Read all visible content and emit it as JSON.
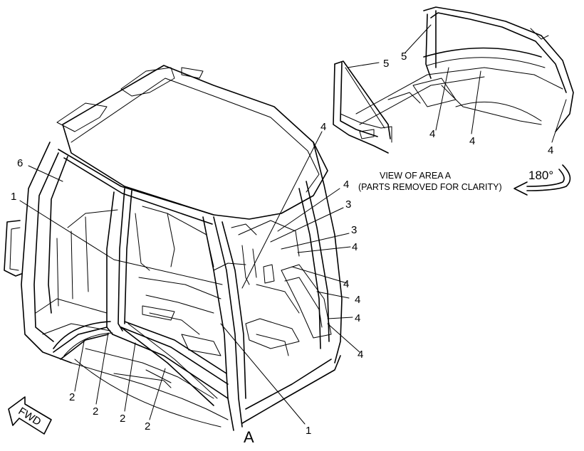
{
  "callouts": [
    {
      "label": "6"
    },
    {
      "label": "1"
    },
    {
      "label": "4"
    },
    {
      "label": "5"
    },
    {
      "label": "5"
    },
    {
      "label": "4"
    },
    {
      "label": "4"
    },
    {
      "label": "4"
    },
    {
      "label": "4"
    },
    {
      "label": "3"
    },
    {
      "label": "3"
    },
    {
      "label": "4"
    },
    {
      "label": "4"
    },
    {
      "label": "4"
    },
    {
      "label": "4"
    },
    {
      "label": "4"
    },
    {
      "label": "2"
    },
    {
      "label": "2"
    },
    {
      "label": "2"
    },
    {
      "label": "2"
    },
    {
      "label": "1"
    }
  ],
  "area_marker": "A",
  "view_title_line1": "VIEW OF AREA A",
  "view_title_line2": "(PARTS REMOVED FOR CLARITY)",
  "rotation_label": "180°",
  "fwd_label": "FWD"
}
